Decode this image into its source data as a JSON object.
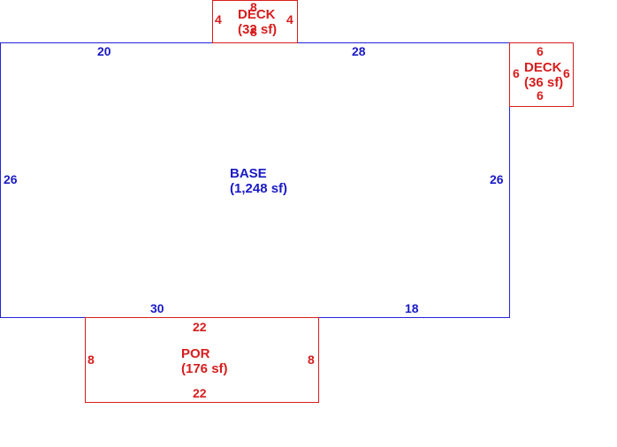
{
  "colors": {
    "base": "#1a1ac8",
    "addition": "#d81c1c",
    "background": "#ffffff"
  },
  "base": {
    "name": "BASE",
    "area": "(1,248 sf)",
    "dims": {
      "top_left": "20",
      "top_right": "28",
      "left": "26",
      "right": "26",
      "bottom_left": "30",
      "bottom_right": "18"
    }
  },
  "deck_top": {
    "name": "DECK",
    "area": "(32 sf)",
    "dims": {
      "top": "8",
      "bottom": "8",
      "left": "4",
      "right": "4"
    }
  },
  "deck_right": {
    "name": "DECK",
    "area": "(36 sf)",
    "dims": {
      "top": "6",
      "bottom": "6",
      "left": "6",
      "right": "6"
    }
  },
  "porch": {
    "name": "POR",
    "area": "(176 sf)",
    "dims": {
      "top": "22",
      "bottom": "22",
      "left": "8",
      "right": "8"
    }
  }
}
